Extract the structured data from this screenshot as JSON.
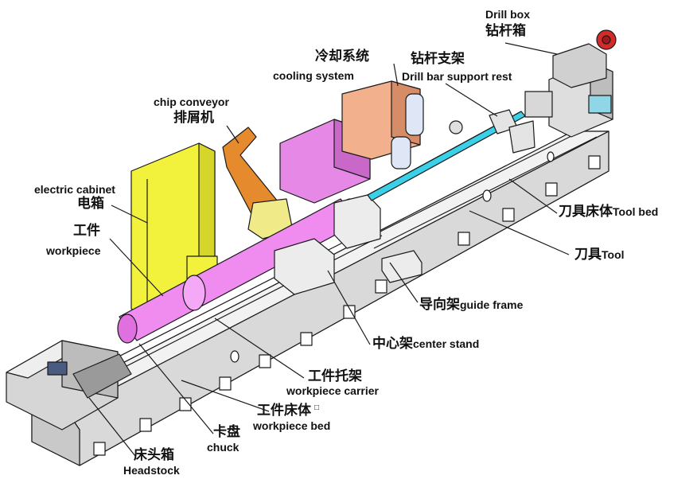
{
  "colors": {
    "outline": "#1a1a1a",
    "bed_gray": "#e6e6e6",
    "bed_dark": "#bdbdbd",
    "cabinet_yellow": "#f2f23c",
    "workpiece_magenta": "#f08cf0",
    "cooling_peach": "#f3b08c",
    "cooling_pink": "#e689e6",
    "chip_orange": "#e68a2e",
    "drill_bar_cyan": "#3ad0e8",
    "motor_red": "#d42a2a",
    "support_yellow": "#f0eb88"
  },
  "labels": {
    "drill_box_en": "Drill box",
    "drill_box_cn": "钻杆箱",
    "cooling_cn": "冷却系统",
    "cooling_en": "cooling system",
    "drill_bar_support_cn": "钻杆支架",
    "drill_bar_support_en": "Drill bar support rest",
    "chip_conveyor_en": "chip conveyor",
    "chip_conveyor_cn": "排屑机",
    "electric_cabinet_en": "electric cabinet",
    "electric_cabinet_cn": "电箱",
    "workpiece_cn": "工件",
    "workpiece_en": "workpiece",
    "tool_bed_cn": "刀具床体",
    "tool_bed_en": "Tool bed",
    "tool_cn": "刀具",
    "tool_en": "Tool",
    "guide_frame_cn": "导向架",
    "guide_frame_en": "guide frame",
    "center_stand_cn": "中心架",
    "center_stand_en": "center stand",
    "workpiece_carrier_cn": "工件托架",
    "workpiece_carrier_en": "workpiece carrier",
    "workpiece_bed_cn": "工件床体",
    "workpiece_bed_mark": "□",
    "workpiece_bed_en": "workpiece bed",
    "chuck_cn": "卡盘",
    "chuck_en": "chuck",
    "headstock_cn": "床头箱",
    "headstock_en": "Headstock"
  }
}
